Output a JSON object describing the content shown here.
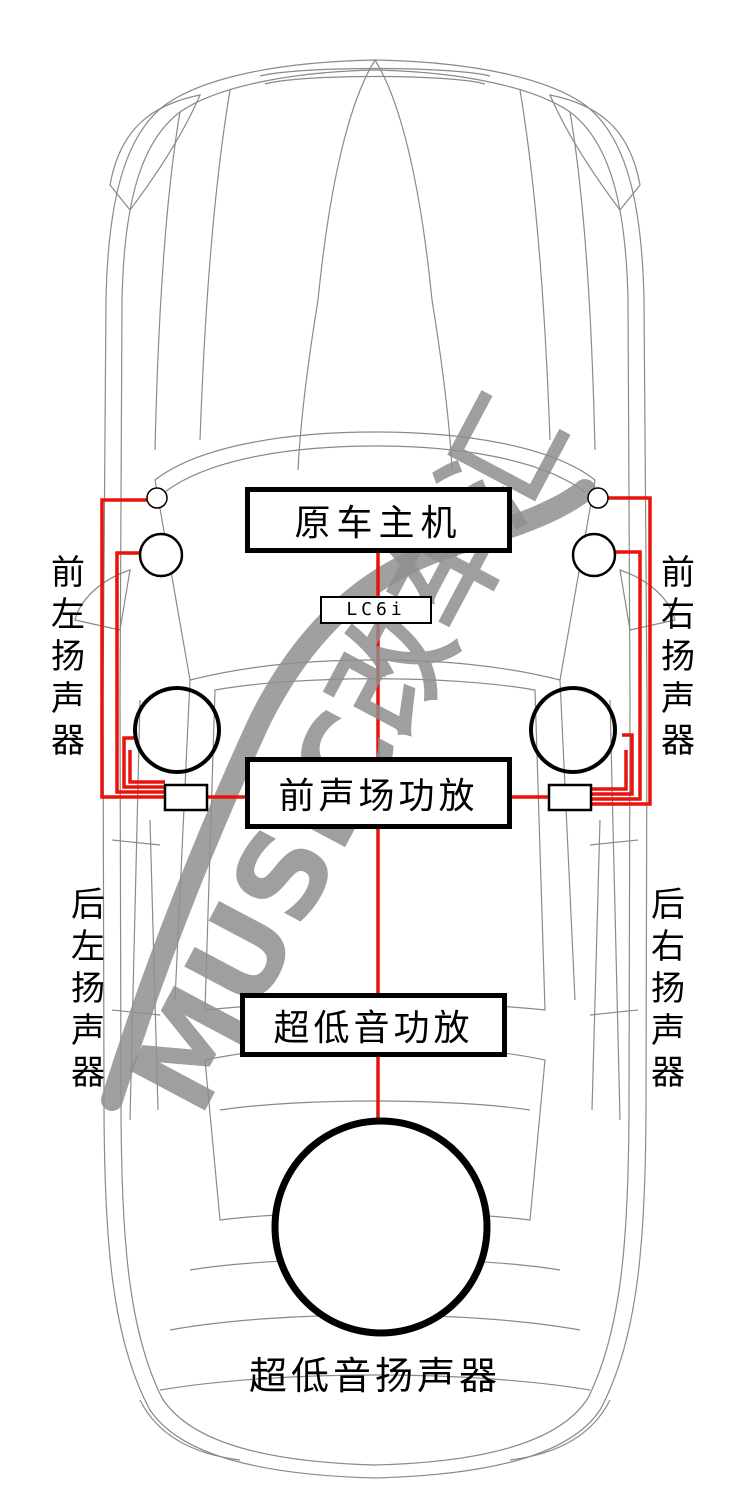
{
  "boxes": {
    "head_unit": "原车主机",
    "processor": "LC6i",
    "front_amp": "前声场功放",
    "sub_amp": "超低音功放"
  },
  "speakers": {
    "front_left": "前左扬声器",
    "front_right": "前右扬声器",
    "rear_left": "后左扬声器",
    "rear_right": "后右扬声器",
    "subwoofer": "超低音扬声器"
  },
  "watermark": {
    "text": "MUSIC改车汇"
  },
  "colors": {
    "wire": "#e8140c",
    "outline": "#000000",
    "car_line": "#8a8a8a",
    "watermark_gray": "#8f8f8f",
    "watermark_red": "#f05a5a"
  }
}
